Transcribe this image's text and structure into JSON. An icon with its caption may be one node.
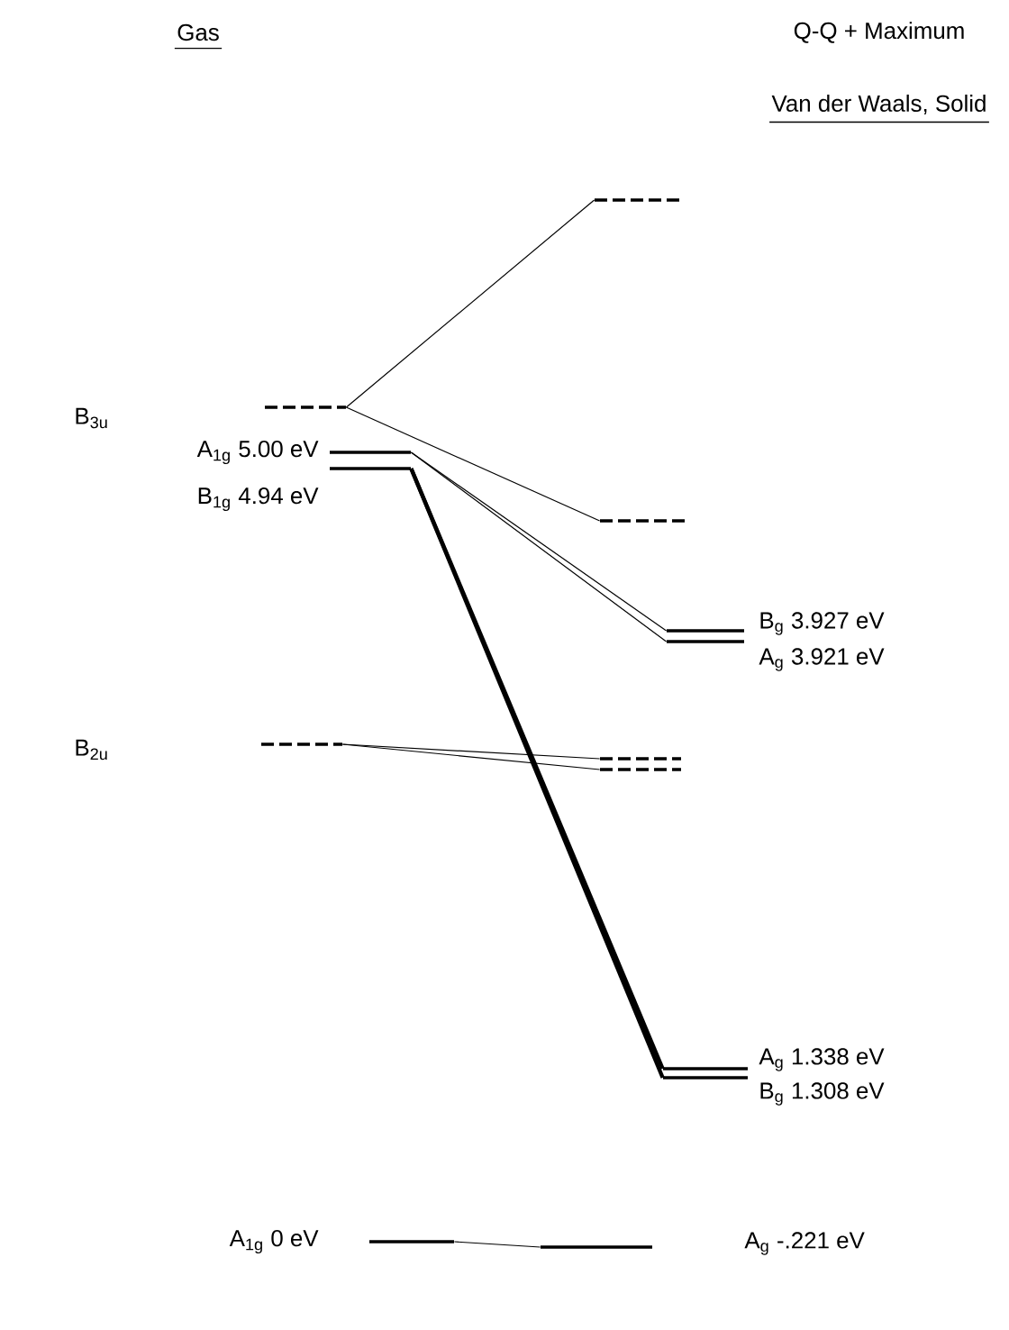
{
  "diagram": {
    "nodes": [
      {
        "text": [
          "B$_{3u}$"
        ]
      },
      {
        "text": [
          "A$_{1g}$ 5.00 eV"
        ]
      },
      {
        "text": [
          "B$_{1g}$ 4.94 eV"
        ]
      },
      {
        "text": [
          "B$_{2u}$"
        ]
      },
      {
        "text": [
          "A$_{1g}$ 0 eV"
        ]
      },
      {
        "text": [],
        "shape": "bar"
      },
      {
        "text": [],
        "shape": "bar"
      },
      {
        "text": [
          "B$_{g}$ 3.927 eV"
        ]
      },
      {
        "text": [
          "A$_{g}$ 3.921 eV"
        ]
      },
      {
        "text": [],
        "shape": "bar"
      },
      {
        "text": [],
        "shape": "bar"
      },
      {
        "text": [
          "A$_{g}$ 1.338 eV"
        ]
      },
      {
        "text": [
          "B$_{g}$ 1.308 eV"
        ]
      },
      {
        "text": [
          "A$_{g}$ -.221 eV"
        ]
      }
    ],
    "edges": [
      {
        "from": 0,
        "to": 5,
        "arrow": "none"
      },
      {
        "from": 0,
        "to": 6,
        "arrow": "none"
      },
      {
        "from": 1,
        "to": 7,
        "arrow": "none"
      },
      {
        "from": 1,
        "to": 8,
        "arrow": "none"
      },
      {
        "from": 2,
        "to": 11,
        "arrow": "none",
        "style": "thick"
      },
      {
        "from": 2,
        "to": 12,
        "arrow": "none",
        "style": "thick"
      },
      {
        "from": 3,
        "to": 9,
        "arrow": "none"
      },
      {
        "from": 3,
        "to": 10,
        "arrow": "none"
      },
      {
        "from": 4,
        "to": 13,
        "arrow": "none"
      }
    ],
    "labels": [
      "Gas",
      "Q-Q + Maximum",
      "Van der Waals, Solid"
    ]
  }
}
